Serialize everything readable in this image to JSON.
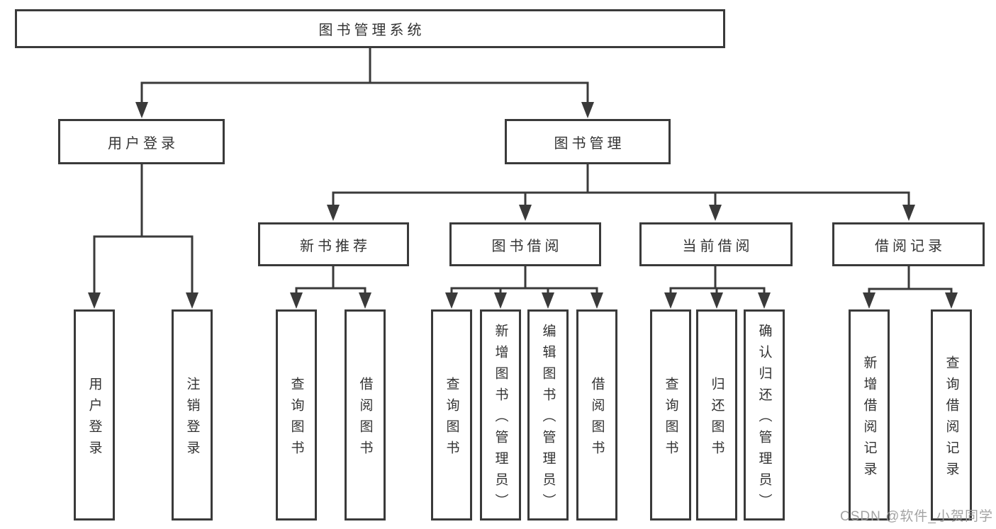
{
  "root": {
    "label": "图书管理系统"
  },
  "login": {
    "label": "用户登录",
    "children": [
      {
        "label": "用户登录"
      },
      {
        "label": "注销登录"
      }
    ]
  },
  "management": {
    "label": "图书管理",
    "groups": [
      {
        "label": "新书推荐",
        "children": [
          {
            "label": "查询图书"
          },
          {
            "label": "借阅图书"
          }
        ]
      },
      {
        "label": "图书借阅",
        "children": [
          {
            "label": "查询图书"
          },
          {
            "label": "新增图书（管理员）"
          },
          {
            "label": "编辑图书（管理员）"
          },
          {
            "label": "借阅图书"
          }
        ]
      },
      {
        "label": "当前借阅",
        "children": [
          {
            "label": "查询图书"
          },
          {
            "label": "归还图书"
          },
          {
            "label": "确认归还（管理员）"
          }
        ]
      },
      {
        "label": "借阅记录",
        "children": [
          {
            "label": "新增借阅记录"
          },
          {
            "label": "查询借阅记录"
          }
        ]
      }
    ]
  },
  "watermark": {
    "text": "CSDN @软件_小贺同学",
    "color": "#9c9c9c"
  },
  "colors": {
    "line": "#3a3a3a",
    "border": "#3a3a3a",
    "text": "#333333",
    "background": "#ffffff"
  }
}
